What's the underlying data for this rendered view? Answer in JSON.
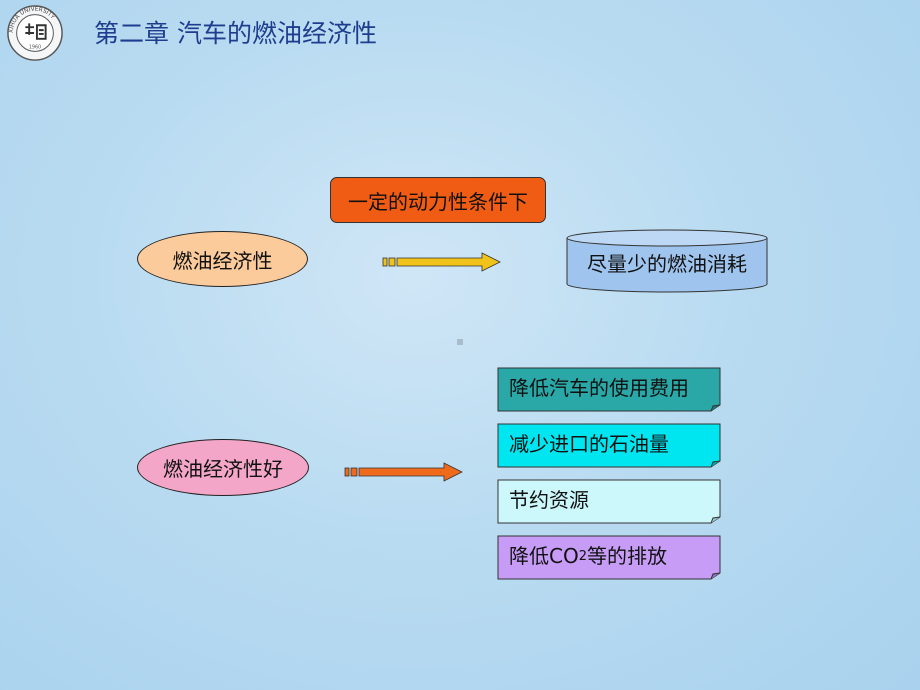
{
  "header": {
    "title": "第二章  汽车的燃油经济性",
    "logo_text": "XIHUA UNIVERSITY"
  },
  "diagram": {
    "top": {
      "subject": "燃油经济性",
      "condition": "一定的动力性条件下",
      "result": "尽量少的燃油消耗"
    },
    "bottom": {
      "subject": "燃油经济性好",
      "benefits": [
        {
          "label": "降低汽车的使用费用",
          "color": "#2aa8a8"
        },
        {
          "label": "减少进口的石油量",
          "color": "#00e6f0"
        },
        {
          "label": "节约资源",
          "color": "#ccf8fc"
        },
        {
          "label_pre": "降低CO",
          "label_sub": "2",
          "label_post": "等的排放",
          "color": "#c79cf6"
        }
      ]
    }
  },
  "colors": {
    "title": "#1f3d8f",
    "ellipse_top": "#fbcb9c",
    "ellipse_bottom": "#f4a6c8",
    "condition_box": "#f05c14",
    "cylinder": "#9fc5ee",
    "arrow_top": "#f0c21a",
    "arrow_bottom": "#f06a1c"
  }
}
